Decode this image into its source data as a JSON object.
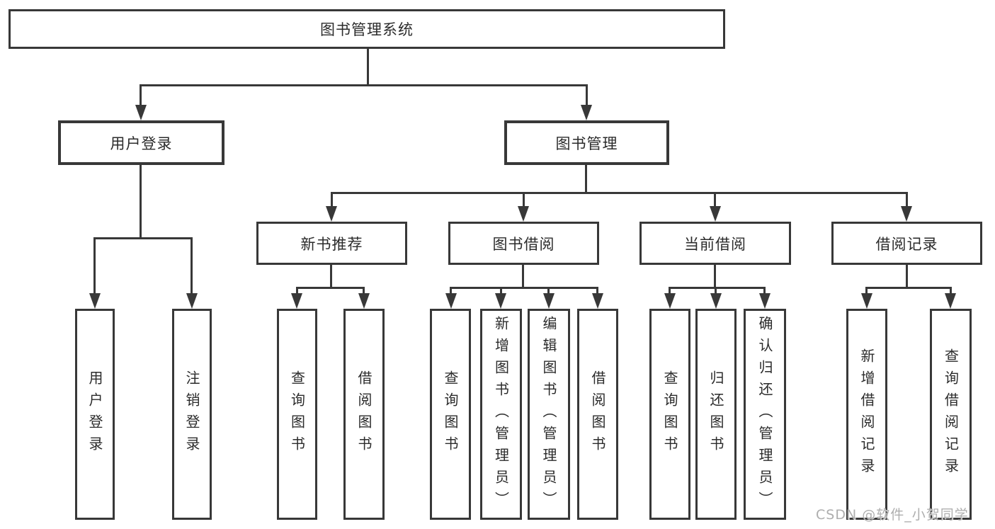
{
  "tree": {
    "root": {
      "label": "图书管理系统"
    },
    "children": [
      {
        "label": "用户登录",
        "children": [
          {
            "label": "用户登录"
          },
          {
            "label": "注销登录"
          }
        ]
      },
      {
        "label": "图书管理",
        "children": [
          {
            "label": "新书推荐",
            "children": [
              {
                "label": "查询图书"
              },
              {
                "label": "借阅图书"
              }
            ]
          },
          {
            "label": "图书借阅",
            "children": [
              {
                "label": "查询图书"
              },
              {
                "label": "新增图书（管理员）"
              },
              {
                "label": "编辑图书（管理员）"
              },
              {
                "label": "借阅图书"
              }
            ]
          },
          {
            "label": "当前借阅",
            "children": [
              {
                "label": "查询图书"
              },
              {
                "label": "归还图书"
              },
              {
                "label": "确认归还（管理员）"
              }
            ]
          },
          {
            "label": "借阅记录",
            "children": [
              {
                "label": "新增借阅记录"
              },
              {
                "label": "查询借阅记录"
              }
            ]
          }
        ]
      }
    ]
  },
  "watermark": {
    "text": "CSDN @软件_小贺同学"
  },
  "colors": {
    "line": "#383838",
    "text": "#2b2b2b",
    "watermark": "#aeaeae",
    "background": "#ffffff"
  }
}
